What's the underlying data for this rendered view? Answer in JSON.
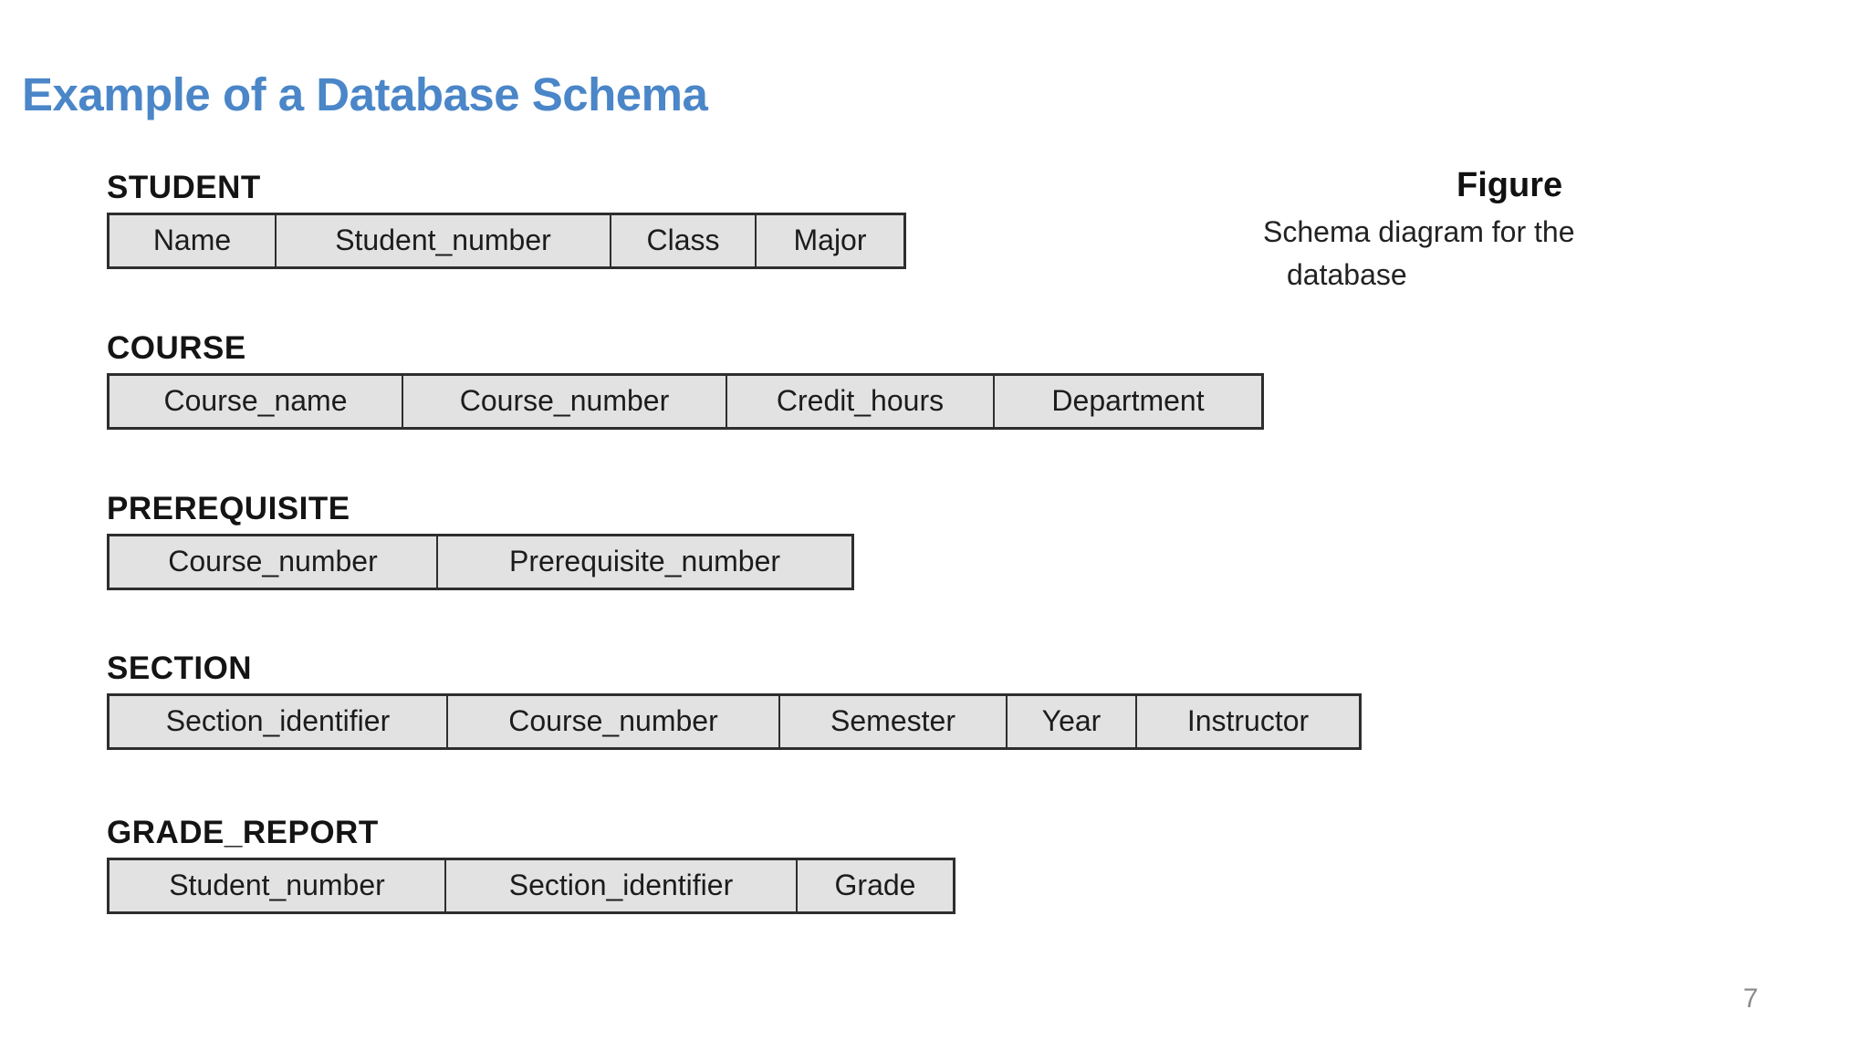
{
  "title": {
    "text": "Example of a Database Schema",
    "color": "#4a86c8"
  },
  "tables": [
    {
      "name": "STUDENT",
      "fields": [
        "Name",
        "Student_number",
        "Class",
        "Major"
      ]
    },
    {
      "name": "COURSE",
      "fields": [
        "Course_name",
        "Course_number",
        "Credit_hours",
        "Department"
      ]
    },
    {
      "name": "PREREQUISITE",
      "fields": [
        "Course_number",
        "Prerequisite_number"
      ]
    },
    {
      "name": "SECTION",
      "fields": [
        "Section_identifier",
        "Course_number",
        "Semester",
        "Year",
        "Instructor"
      ]
    },
    {
      "name": "GRADE_REPORT",
      "fields": [
        "Student_number",
        "Section_identifier",
        "Grade"
      ]
    }
  ],
  "figure": {
    "title": "Figure",
    "caption_line1": "Schema diagram for the",
    "caption_line2": "database"
  },
  "page_number": "7",
  "colors": {
    "cell_background": "#e2e2e2",
    "border": "#2e2e2e",
    "title_blue": "#4a86c8",
    "page_number_gray": "#8c8c8c"
  }
}
